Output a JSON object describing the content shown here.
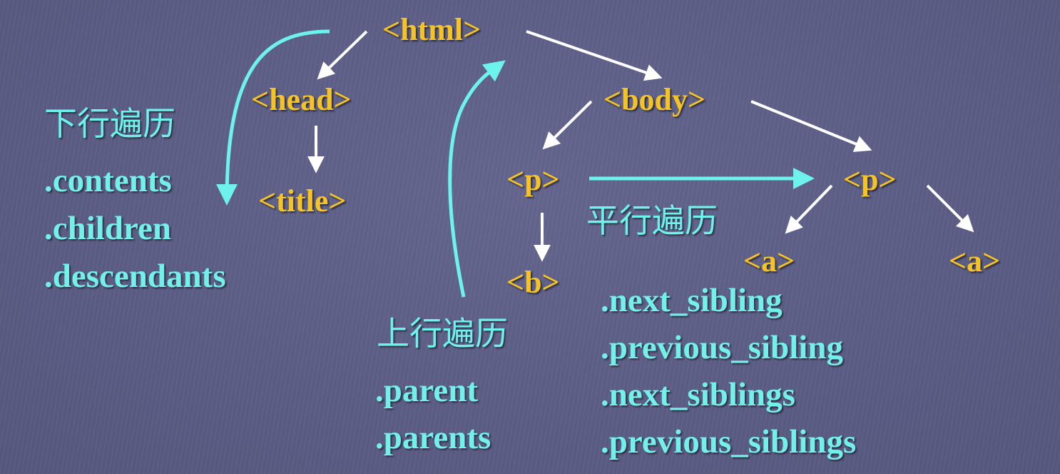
{
  "tags": {
    "html": "<html>",
    "head": "<head>",
    "title": "<title>",
    "body": "<body>",
    "p1": "<p>",
    "p2": "<p>",
    "b": "<b>",
    "a1": "<a>",
    "a2": "<a>"
  },
  "down": {
    "heading": "下行遍历",
    "props": [
      ".contents",
      ".children",
      ".descendants"
    ]
  },
  "up": {
    "heading": "上行遍历",
    "props": [
      ".parent",
      ".parents"
    ]
  },
  "parallel": {
    "heading": "平行遍历",
    "props": [
      ".next_sibling",
      ".previous_sibling",
      ".next_siblings",
      ".previous_siblings"
    ]
  },
  "colors": {
    "tag": "#f5c326",
    "traversal": "#6df2ec",
    "tree_arrow": "#ffffff",
    "background": "#5c5e86"
  }
}
